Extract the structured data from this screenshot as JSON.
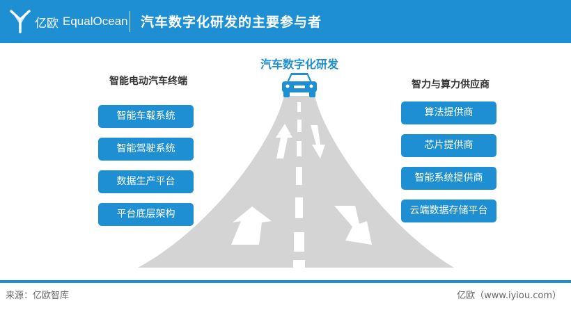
{
  "header": {
    "logo_cn": "亿欧",
    "logo_en": "EqualOcean",
    "title": "汽车数字化研发的主要参与者"
  },
  "diagram": {
    "center_title": "汽车数字化研发",
    "left": {
      "title": "智能电动汽车终端",
      "items": [
        "智能车载系统",
        "智能驾驶系统",
        "数据生产平台",
        "平台底层架构"
      ]
    },
    "right": {
      "title": "智力与算力供应商",
      "items": [
        "算法提供商",
        "芯片提供商",
        "智能系统提供商",
        "云端数据存储平台"
      ]
    }
  },
  "footer": {
    "source": "来源：亿欧智库",
    "brand": "亿欧（www.iyiou.com）"
  },
  "colors": {
    "accent": "#1e8fd3",
    "road": "#d4d4d4",
    "arrow": "#ffffff"
  },
  "icons": [
    "logo-mark-icon",
    "car-icon",
    "arrow-up-icon",
    "arrow-down-icon"
  ]
}
